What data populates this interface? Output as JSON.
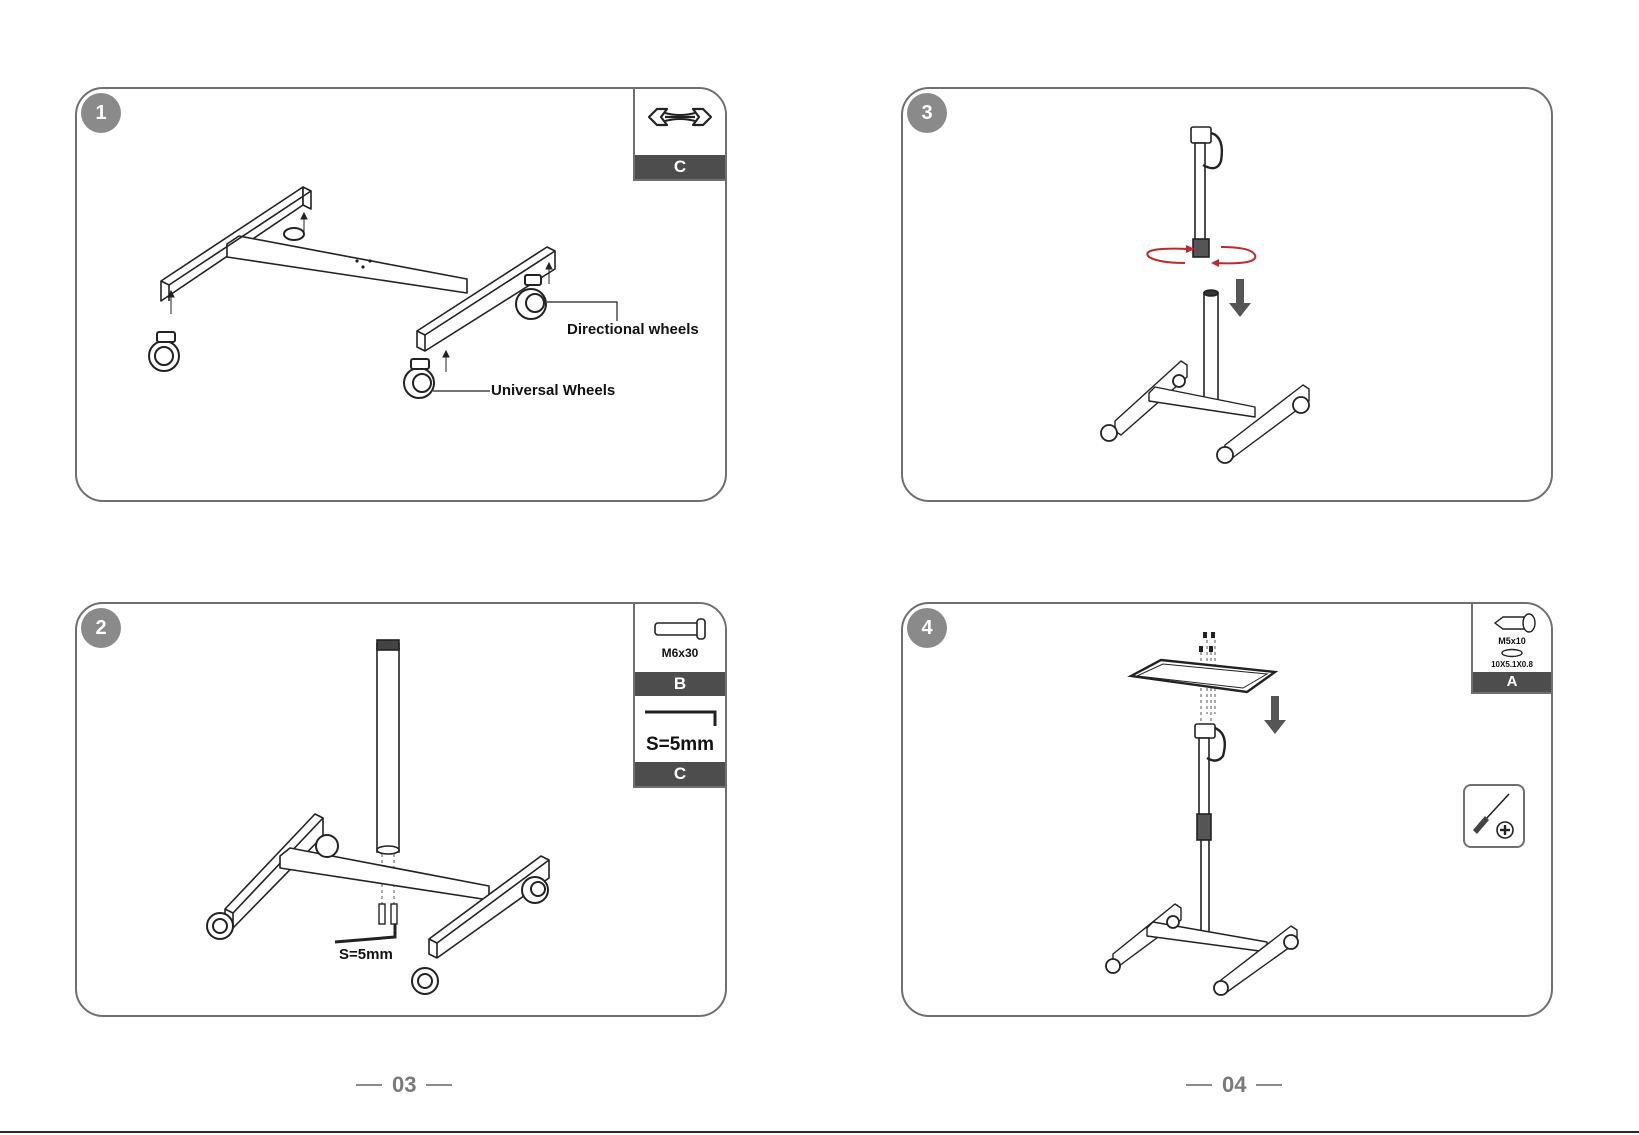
{
  "pages": [
    {
      "number": "03"
    },
    {
      "number": "04"
    }
  ],
  "steps": [
    {
      "number": "1",
      "parts": [
        {
          "label": "C"
        }
      ],
      "callouts": {
        "directional": "Directional wheels",
        "universal": "Universal Wheels"
      }
    },
    {
      "number": "2",
      "parts": [
        {
          "label": "B",
          "caption": "M6x30"
        },
        {
          "label": "C",
          "caption": "S=5mm"
        }
      ],
      "callouts": {
        "key": "S=5mm"
      }
    },
    {
      "number": "3"
    },
    {
      "number": "4",
      "parts": [
        {
          "label": "A",
          "caption": "M5x10",
          "caption2": "10X5.1X0.8"
        }
      ]
    }
  ],
  "colors": {
    "border": "#6f6f6f",
    "badge": "#8a8a8a",
    "label_bar": "#4d4d4d",
    "rotate_arrow": "#c0282d",
    "motion_arrow": "#555555"
  },
  "icons": [
    "wrench-icon",
    "bolt-icon",
    "hex-key-icon",
    "screw-icon",
    "washer-icon",
    "screwdriver-icon",
    "rotate-arrow-icon",
    "down-arrow-icon"
  ]
}
